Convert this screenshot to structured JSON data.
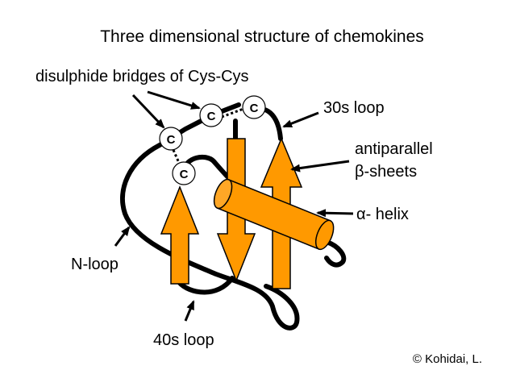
{
  "title": "Three dimensional structure of chemokines",
  "labels": {
    "disulphide": "disulphide bridges of Cys-Cys",
    "loop30": "30s loop",
    "antiparallel_line1": "antiparallel",
    "beta_symbol": "β",
    "beta_rest": "-sheets",
    "alpha_symbol": "α",
    "alpha_rest": "- helix",
    "nloop": "N-loop",
    "loop40": "40s loop"
  },
  "cysteine_label": "C",
  "copyright": "© Kohidai, L.",
  "colors": {
    "beta_strand": "#ff9900",
    "helix": "#ff9900",
    "backbone": "#000000",
    "cysteine_fill": "#ffffff"
  }
}
